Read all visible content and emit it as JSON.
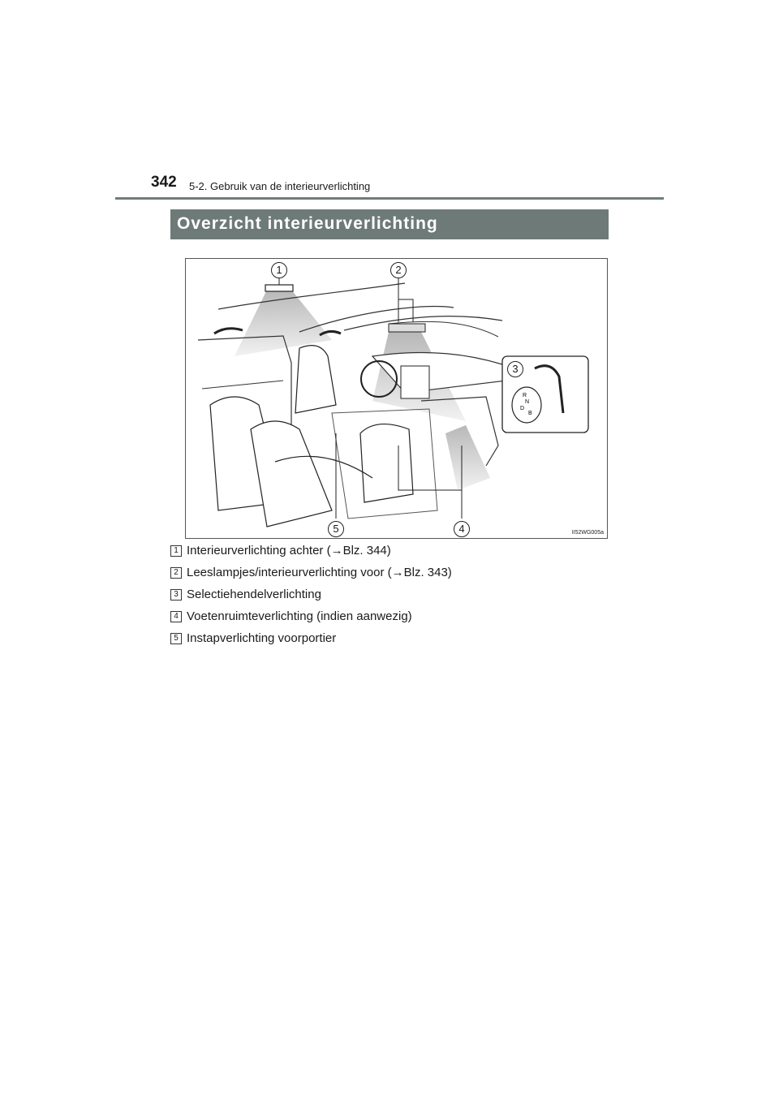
{
  "header": {
    "page_number": "342",
    "section": "5-2. Gebruik van de interieurverlichting"
  },
  "title": "Overzicht interieurverlichting",
  "figure": {
    "code": "II52WG005a",
    "callouts": [
      "1",
      "2",
      "3",
      "4",
      "5"
    ],
    "shift_letters": [
      "R",
      "N",
      "D",
      "B"
    ]
  },
  "legend": [
    {
      "num": "1",
      "text": "Interieurverlichting achter (→Blz. 344)"
    },
    {
      "num": "2",
      "text": "Leeslampjes/interieurverlichting voor (→Blz. 343)"
    },
    {
      "num": "3",
      "text": "Selectiehendelverlichting"
    },
    {
      "num": "4",
      "text": "Voetenruimteverlichting (indien aanwezig)"
    },
    {
      "num": "5",
      "text": "Instapverlichting voorportier"
    }
  ],
  "colors": {
    "rule": "#6d7d7b",
    "title_band": "#6e7a78",
    "light_beam": "#c8c8c8"
  }
}
